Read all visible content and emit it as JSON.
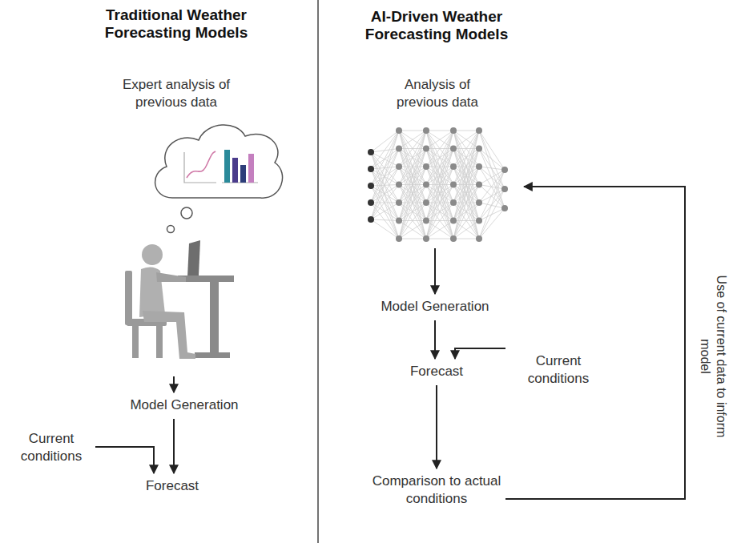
{
  "diagram": {
    "nodes": [
      {
        "text": [
          "Expert analysis of previous data"
        ]
      },
      {
        "text": [
          "Model Generation"
        ]
      },
      {
        "text": [
          "Current conditions"
        ]
      },
      {
        "text": [
          "Forecast"
        ]
      },
      {
        "text": [
          "Analysis of previous data"
        ]
      },
      {
        "text": [
          "Model Generation"
        ]
      },
      {
        "text": [
          "Current conditions"
        ]
      },
      {
        "text": [
          "Forecast"
        ]
      },
      {
        "text": [
          "Comparison to actual conditions"
        ]
      }
    ],
    "edges": [
      {
        "from": 0,
        "to": 1,
        "arrow": "to"
      },
      {
        "from": 1,
        "to": 3,
        "arrow": "to"
      },
      {
        "from": 2,
        "to": 3,
        "arrow": "to"
      },
      {
        "from": 4,
        "to": 5,
        "arrow": "to"
      },
      {
        "from": 5,
        "to": 7,
        "arrow": "to"
      },
      {
        "from": 6,
        "to": 7,
        "arrow": "to"
      },
      {
        "from": 7,
        "to": 8,
        "arrow": "to"
      },
      {
        "from": 8,
        "to": 4,
        "label": "Use of current data to inform model",
        "arrow": "to"
      }
    ],
    "labels": [
      "Traditional Weather Forecasting Models",
      "AI-Driven Weather Forecasting Models"
    ]
  }
}
